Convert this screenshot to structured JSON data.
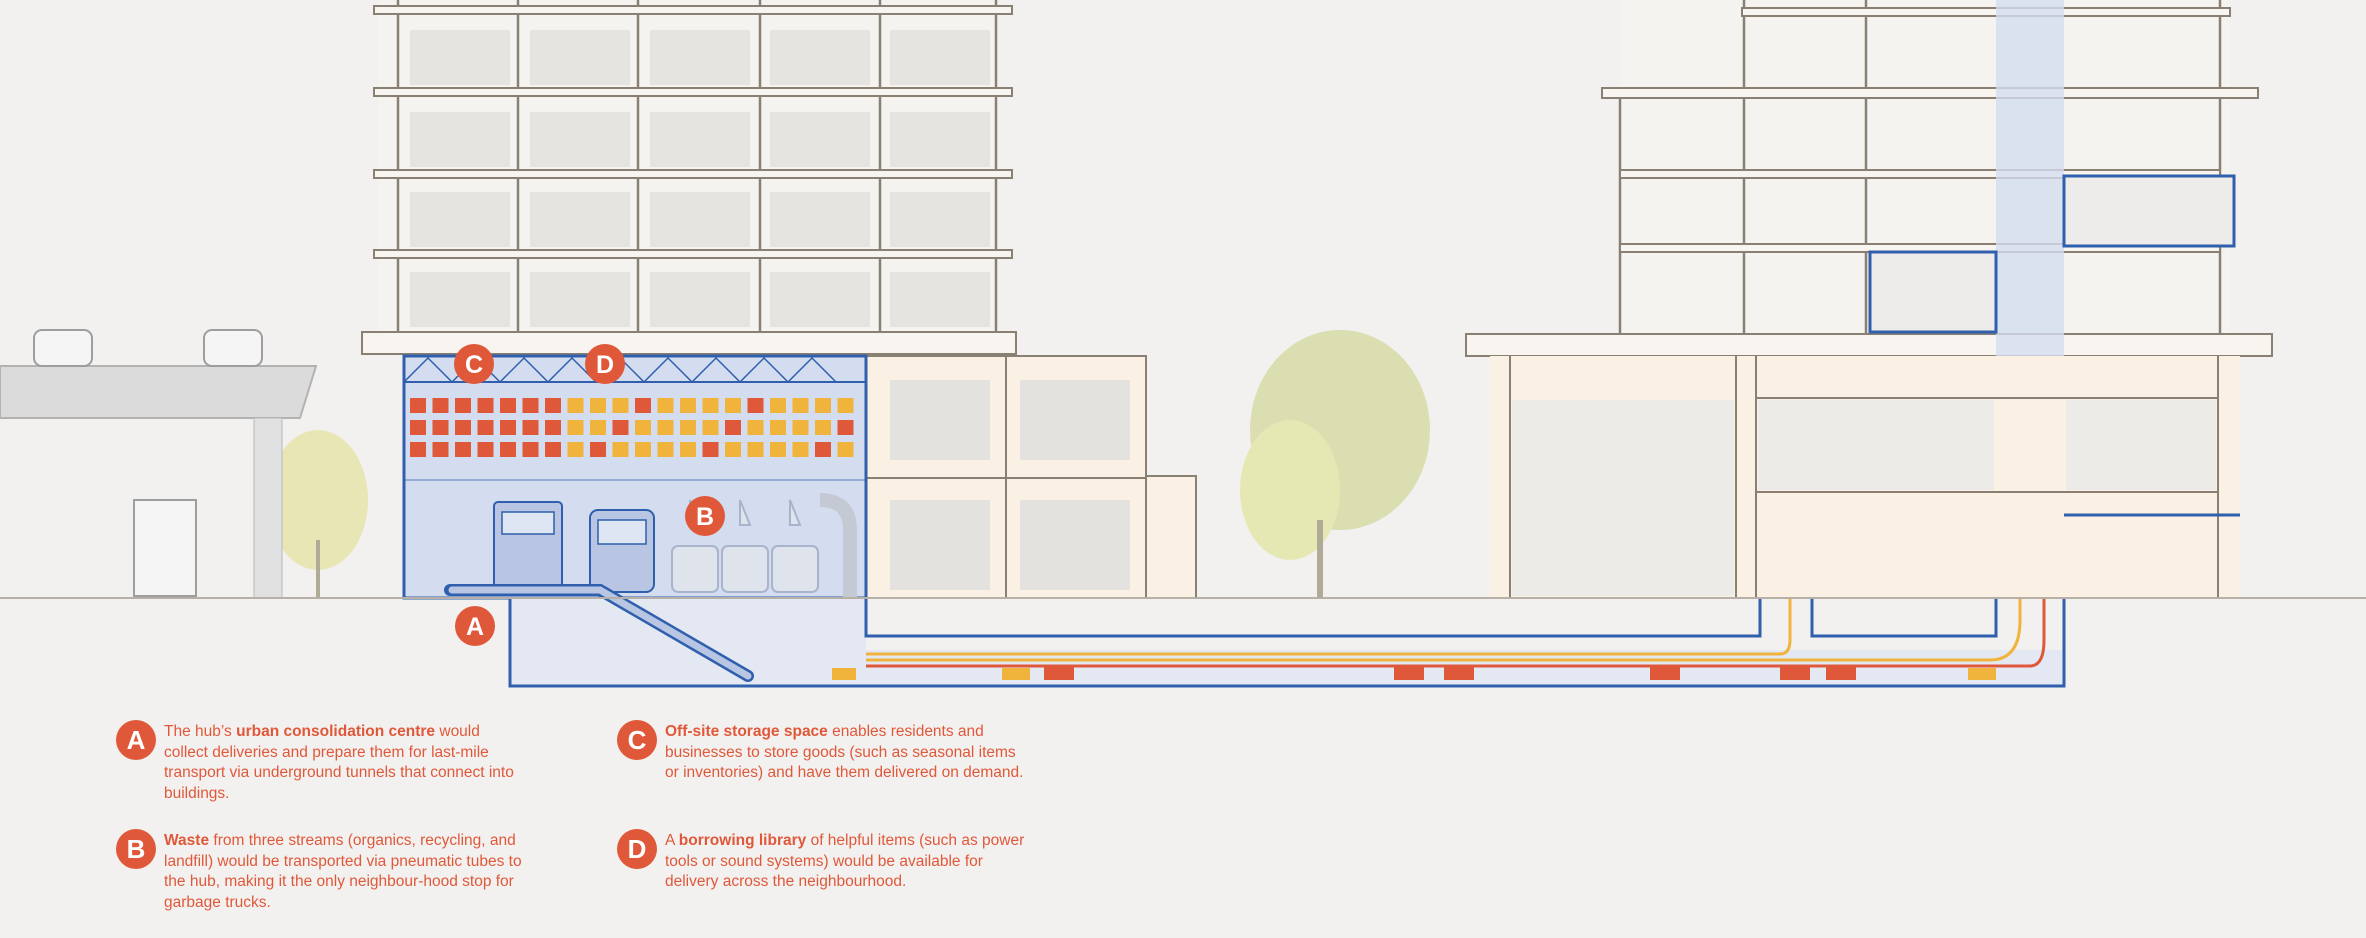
{
  "markers": {
    "a": "A",
    "b": "B",
    "c": "C",
    "d": "D"
  },
  "legend": {
    "a": {
      "pre": "The hub’s ",
      "bold": "urban consolidation centre",
      "post": " would collect deliveries and prepare them for last-mile transport via underground tunnels that connect into buildings."
    },
    "b": {
      "pre": "",
      "bold": "Waste",
      "post": " from three streams (organics, recycling, and landfill) would be transported via pneumatic tubes to the hub, making it the only neighbour-hood stop for garbage trucks."
    },
    "c": {
      "pre": "",
      "bold": "Off-site storage space",
      "post": " enables residents and businesses to store goods (such as seasonal items or inventories) and have them delivered on demand."
    },
    "d": {
      "pre": "A ",
      "bold": "borrowing library",
      "post": " of helpful items (such as power tools or sound systems) would be available for delivery across the neighbourhood."
    }
  },
  "colors": {
    "background": "#f3f1ef",
    "accent_red": "#e0583a",
    "tunnel_blue": "#2f5fad",
    "hub_fill": "#d4ddef",
    "route_yellow": "#f0b43c",
    "route_red": "#e0583a",
    "building_line": "#8a7f73",
    "tree_green": "#d8dca8"
  },
  "icons": [
    "delivery-robot-icon",
    "wifi-signal-icon",
    "tree-icon",
    "car-icon",
    "truck-icon",
    "robot-arm-icon",
    "person-icon"
  ]
}
